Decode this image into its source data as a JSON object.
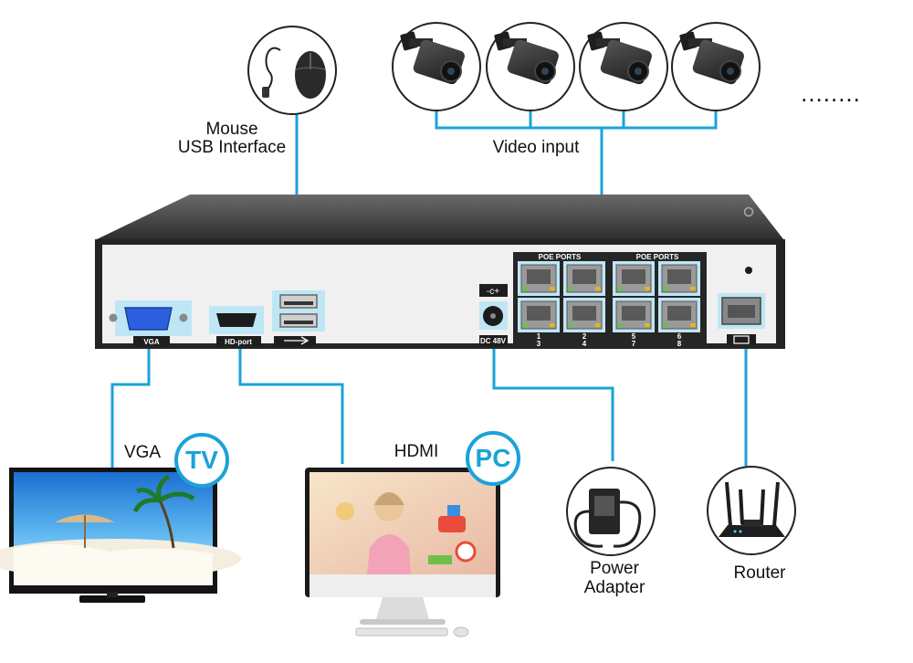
{
  "labels": {
    "mouse": "Mouse",
    "usb_interface": "USB Interface",
    "video_input": "Video input",
    "vga": "VGA",
    "hdmi": "HDMI",
    "power": "Power",
    "adapter": "Adapter",
    "router": "Router",
    "ellipsis": "........"
  },
  "badges": {
    "tv": "TV",
    "pc": "PC"
  },
  "nvr": {
    "poe_ports": "POE PORTS",
    "port_numbers": [
      "1",
      "2",
      "3",
      "4",
      "5",
      "6",
      "7",
      "8"
    ],
    "vga_port": "VGA",
    "hd_port": "HD-port",
    "dc_port": "DC 48V"
  },
  "colors": {
    "connector": "#1aa3d9",
    "port_highlight": "#bfe6f5",
    "nvr_panel": "#f0f0f0",
    "nvr_body": "#3a3a3a"
  },
  "icons": [
    "mouse-icon",
    "camera-icon",
    "tv-icon",
    "monitor-icon",
    "power-adapter-icon",
    "router-icon"
  ]
}
